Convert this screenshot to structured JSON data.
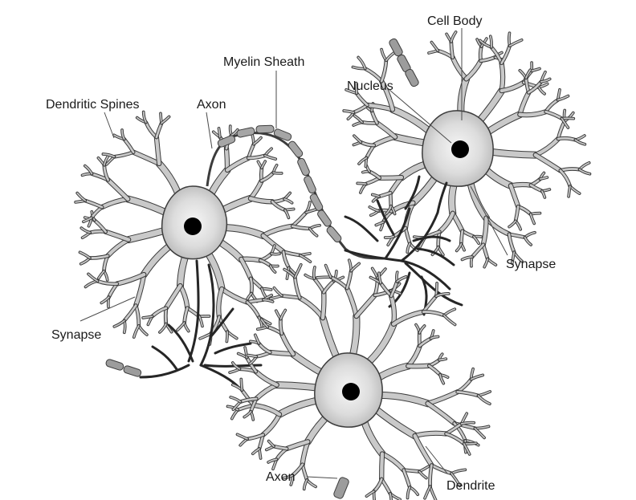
{
  "labels": {
    "cell_body": "Cell Body",
    "myelin_sheath": "Myelin Sheath",
    "nucleus": "Nucleus",
    "dendritic_spines": "Dendritic Spines",
    "axon_top": "Axon",
    "synapse_right": "Synapse",
    "synapse_left": "Synapse",
    "axon_bottom": "Axon",
    "dendrite": "Dendrite"
  },
  "colors": {
    "cell_fill_center": "#f4f4f4",
    "cell_fill_edge": "#b8b8b8",
    "cell_outline": "#3c3c3c",
    "nucleus": "#000000",
    "axon_terminal": "#262626",
    "myelin": "#a9a9a9"
  }
}
